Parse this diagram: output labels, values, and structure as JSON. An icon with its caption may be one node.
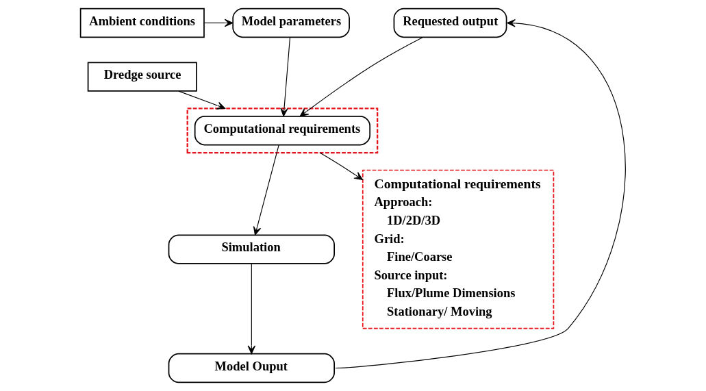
{
  "diagram": {
    "nodes": [
      {
        "text": [
          "Ambient conditions"
        ]
      },
      {
        "text": [
          "Model parameters"
        ]
      },
      {
        "text": [
          "Requested output"
        ]
      },
      {
        "text": [
          "Dredge source"
        ]
      },
      {
        "text": [],
        "shape": "box"
      },
      {
        "text": [
          "Computational requirements"
        ],
        "in": 4
      },
      {
        "text": [
          "Simulation"
        ]
      },
      {
        "text": [
          "Model Ouput"
        ]
      },
      {
        "text": [
          "Computational requirements",
          "Approach:",
          "1D/2D/3D",
          "Grid:",
          "Fine/Coarse",
          "Source input:",
          "Flux/Plume Dimensions",
          "Stationary/ Moving"
        ]
      }
    ],
    "edges": [
      {
        "from": 0,
        "to": 1,
        "arrow": "to"
      },
      {
        "from": 1,
        "to": 5,
        "arrow": "to"
      },
      {
        "from": 2,
        "to": 5,
        "arrow": "to"
      },
      {
        "from": 3,
        "to": 4,
        "arrow": "to"
      },
      {
        "from": 5,
        "to": 6,
        "arrow": "to"
      },
      {
        "from": 4,
        "to": 8,
        "arrow": "to"
      },
      {
        "from": 6,
        "to": 7,
        "arrow": "to"
      },
      {
        "from": 7,
        "to": 2,
        "arrow": "to"
      }
    ]
  }
}
